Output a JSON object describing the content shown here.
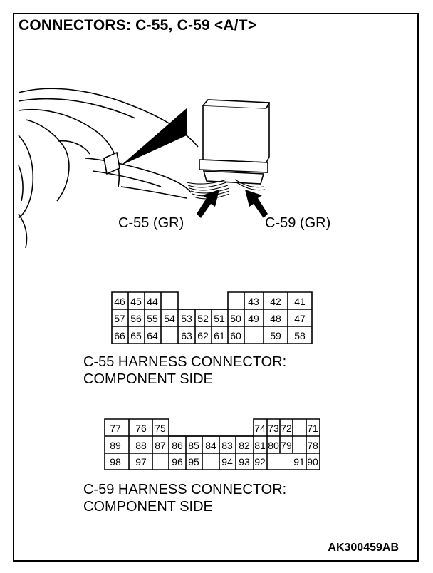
{
  "title": "CONNECTORS: C-55, C-59 <A/T>",
  "callouts": {
    "c55": "C-55 (GR)",
    "c59": "C-59 (GR)"
  },
  "c55_caption": {
    "line1": "C-55 HARNESS CONNECTOR:",
    "line2": "COMPONENT SIDE"
  },
  "c59_caption": {
    "line1": "C-59 HARNESS CONNECTOR:",
    "line2": "COMPONENT SIDE"
  },
  "c55_pins": {
    "row1": [
      "46",
      "45",
      "44",
      "43",
      "42",
      "41"
    ],
    "row2": [
      "57",
      "56",
      "55",
      "54",
      "53",
      "52",
      "51",
      "50",
      "49",
      "48",
      "47"
    ],
    "row3": [
      "66",
      "65",
      "64",
      "63",
      "62",
      "61",
      "60",
      "59",
      "58"
    ]
  },
  "c59_pins": {
    "row1": [
      "77",
      "76",
      "75",
      "74",
      "73",
      "72",
      "71"
    ],
    "row2": [
      "89",
      "88",
      "87",
      "86",
      "85",
      "84",
      "83",
      "82",
      "81",
      "80",
      "79",
      "78"
    ],
    "row3": [
      "98",
      "97",
      "96",
      "95",
      "94",
      "93",
      "92",
      "91",
      "90"
    ]
  },
  "image_code": "AK300459AB"
}
